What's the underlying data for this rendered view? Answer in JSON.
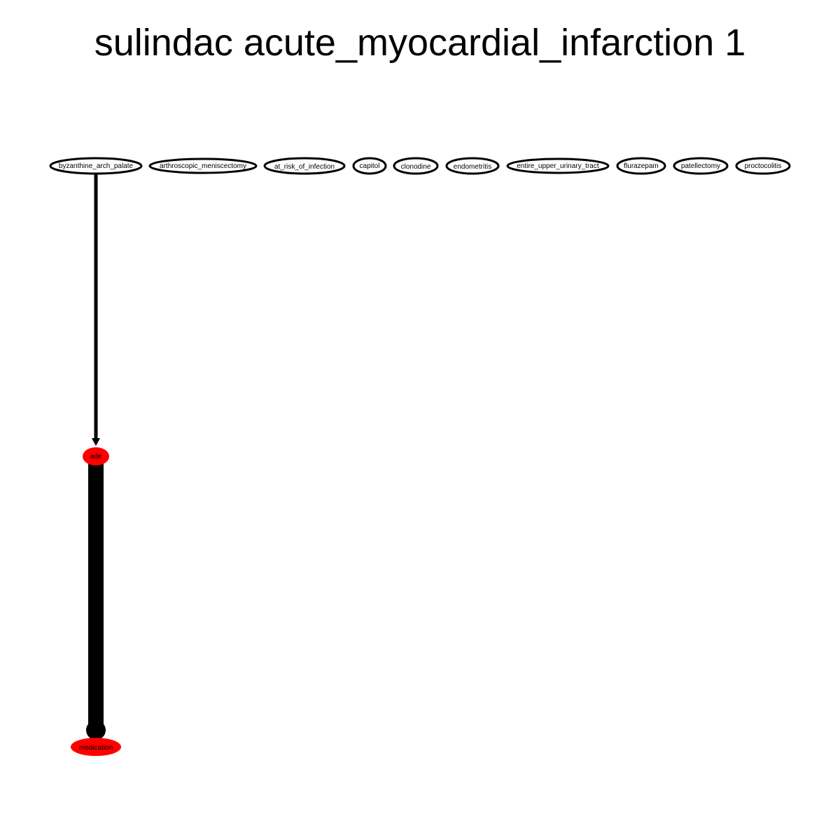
{
  "title": "sulindac acute_myocardial_infarction 1",
  "colors": {
    "highlight_node": "#ff0000",
    "outline_node_stroke": "#000000",
    "outline_node_fill": "#ffffff",
    "edge": "#000000"
  },
  "nodes": {
    "byzanthine_arch_palate": "byzanthine_arch_palate",
    "arthroscopic_meniscectomy": "arthroscopic_meniscectomy",
    "at_risk_of_infection": "at_risk_of_infection",
    "capitol": "capitol",
    "clonodine": "clonodine",
    "endometritis": "endometritis",
    "entire_upper_urinary_tract": "entire_upper_urinary_tract",
    "flurazepam": "flurazepam",
    "patellectomy": "patellectomy",
    "proctocolitis": "proctocolitis",
    "ade": "ade",
    "medication": "medication"
  },
  "edges": [
    {
      "from": "byzanthine_arch_palate",
      "to": "ade",
      "weight": "thin"
    },
    {
      "from": "ade",
      "to": "medication",
      "weight": "thick"
    }
  ]
}
